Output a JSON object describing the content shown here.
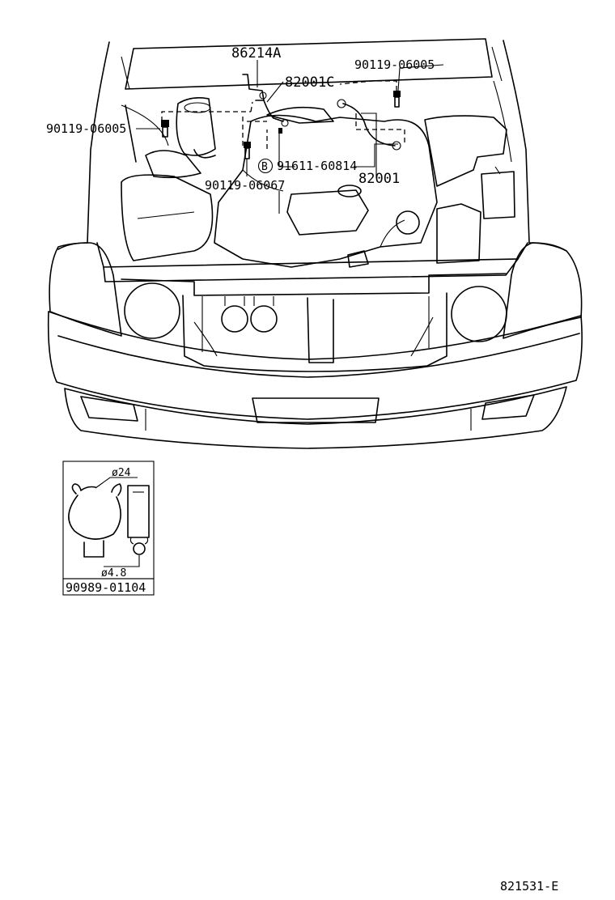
{
  "callouts": {
    "hood_bracket": "86214A",
    "ground_cable_short": "82001C",
    "bolt_top_right": "90119-06005",
    "bolt_left": "90119-06005",
    "bolt_center": "90119-06067",
    "clamp_marker": "B",
    "clamp_part": "91611-60814",
    "ground_cable": "82001"
  },
  "inset": {
    "diameter_large": "ø24",
    "diameter_small": "ø4.8",
    "part_number": "90989-01104"
  },
  "figure_code": "821531-E"
}
